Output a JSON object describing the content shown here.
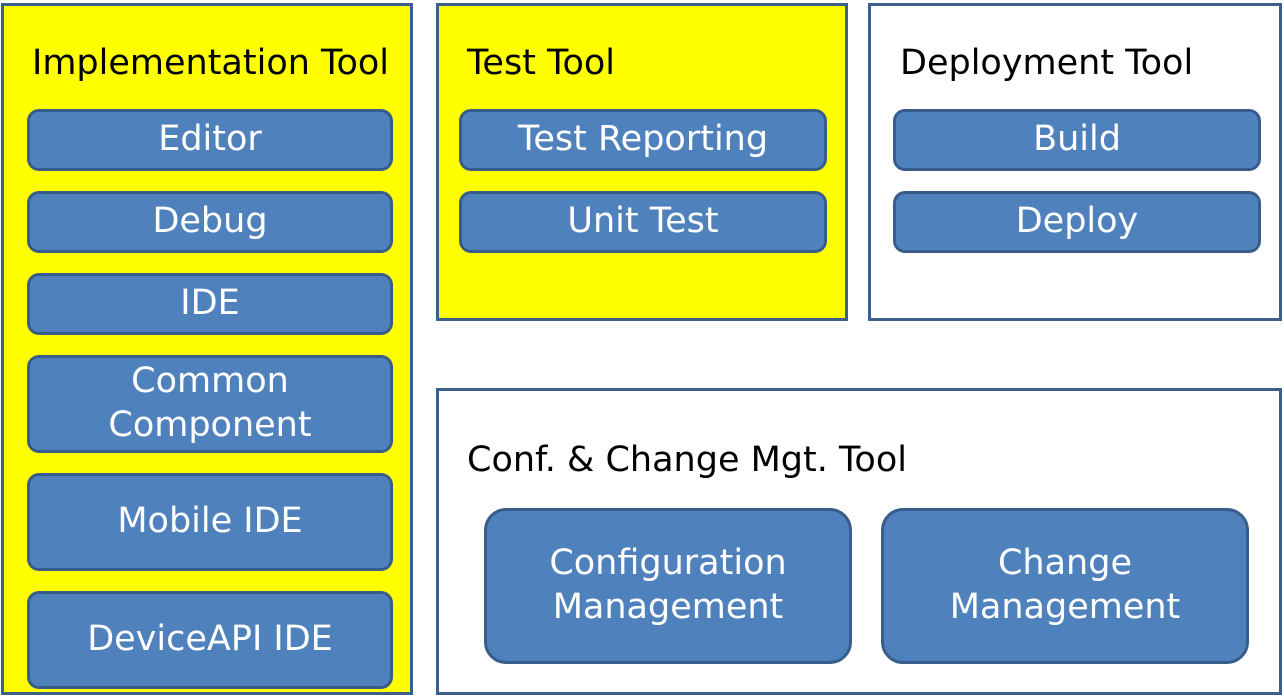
{
  "implementation": {
    "title": "Implementation Tool",
    "items": [
      "Editor",
      "Debug",
      "IDE",
      "Common\nComponent",
      "Mobile IDE",
      "DeviceAPI IDE"
    ]
  },
  "test": {
    "title": "Test Tool",
    "items": [
      "Test Reporting",
      "Unit Test"
    ]
  },
  "deployment": {
    "title": "Deployment Tool",
    "items": [
      "Build",
      "Deploy"
    ]
  },
  "conf_change": {
    "title": "Conf. & Change Mgt. Tool",
    "items": [
      "Configuration\nManagement",
      "Change\nManagement"
    ]
  },
  "colors": {
    "yellow_panel": "#ffff00",
    "box_fill": "#4f81bd",
    "box_border": "#385d8a",
    "panel_border": "#3d5f8c"
  }
}
